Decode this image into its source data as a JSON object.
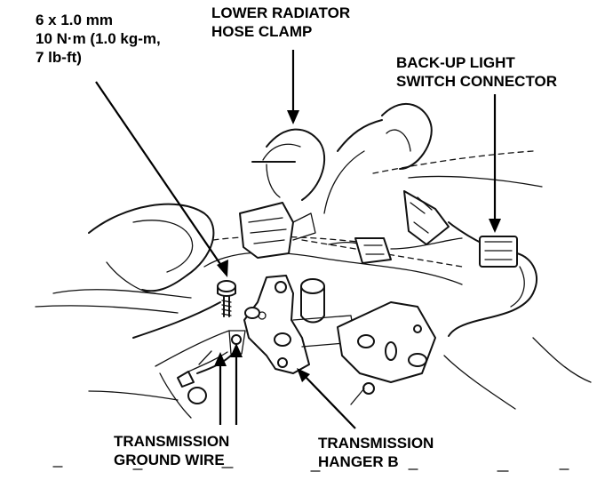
{
  "labels": {
    "bolt_spec": [
      "6 x 1.0 mm",
      "10 N·m (1.0 kg-m,",
      "7 lb-ft)"
    ],
    "radiator_clamp": [
      "LOWER RADIATOR",
      "HOSE CLAMP"
    ],
    "backup_switch": [
      "BACK-UP LIGHT",
      "SWITCH CONNECTOR"
    ],
    "ground_wire": [
      "TRANSMISSION",
      "GROUND WIRE"
    ],
    "hanger_b": [
      "TRANSMISSION",
      "HANGER B"
    ]
  },
  "icons": {
    "bolt": "bolt-icon",
    "hose_clamp": "hose-clamp-icon",
    "connector": "connector-icon",
    "hanger_bracket": "hanger-bracket-icon",
    "ground_terminal": "ground-terminal-icon"
  }
}
